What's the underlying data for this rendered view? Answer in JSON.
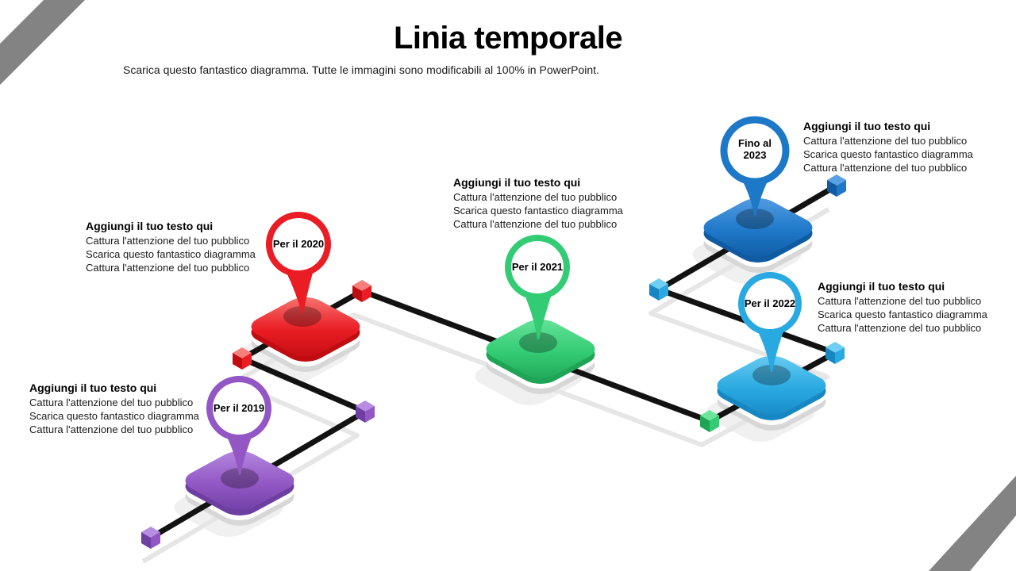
{
  "slide": {
    "title": "Linia temporale",
    "subtitle": "Scarica questo fantastico diagramma. Tutte le immagini sono modificabili al 100% in PowerPoint.",
    "stripe_color": "#838383",
    "line_color": "#121212"
  },
  "milestones": [
    {
      "year_label": "Per il 2019",
      "heading": "Aggiungi il tuo testo qui",
      "line1": "Cattura l'attenzione del tuo pubblico",
      "line2": "Scarica questo fantastico diagramma",
      "line3": "Cattura l'attenzione del tuo pubblico",
      "color": "#9257C4",
      "color_light": "#B88CE2",
      "color_dark": "#6E3FA3"
    },
    {
      "year_label": "Per il 2020",
      "heading": "Aggiungi il tuo testo qui",
      "line1": "Cattura l'attenzione del tuo pubblico",
      "line2": "Scarica questo fantastico diagramma",
      "line3": "Cattura l'attenzione del tuo pubblico",
      "color": "#EA1C24",
      "color_light": "#F87E79",
      "color_dark": "#C00D12"
    },
    {
      "year_label": "Per il 2021",
      "heading": "Aggiungi il tuo testo qui",
      "line1": "Cattura l'attenzione del tuo pubblico",
      "line2": "Scarica questo fantastico diagramma",
      "line3": "Cattura l'attenzione del tuo pubblico",
      "color": "#33CC74",
      "color_light": "#6BE59E",
      "color_dark": "#1FA355"
    },
    {
      "year_label": "Per il 2022",
      "heading": "Aggiungi il tuo testo qui",
      "line1": "Cattura l'attenzione del tuo pubblico",
      "line2": "Scarica questo fantastico diagramma",
      "line3": "Cattura l'attenzione del tuo pubblico",
      "color": "#29A9E1",
      "color_light": "#6FCFF3",
      "color_dark": "#1787C2"
    },
    {
      "year_label": "Fino al 2023",
      "heading": "Aggiungi il tuo testo qui",
      "line1": "Cattura l'attenzione del tuo pubblico",
      "line2": "Scarica questo fantastico diagramma",
      "line3": "Cattura l'attenzione del tuo pubblico",
      "color": "#1E78C8",
      "color_light": "#5AA0E6",
      "color_dark": "#0F5AA0"
    }
  ]
}
